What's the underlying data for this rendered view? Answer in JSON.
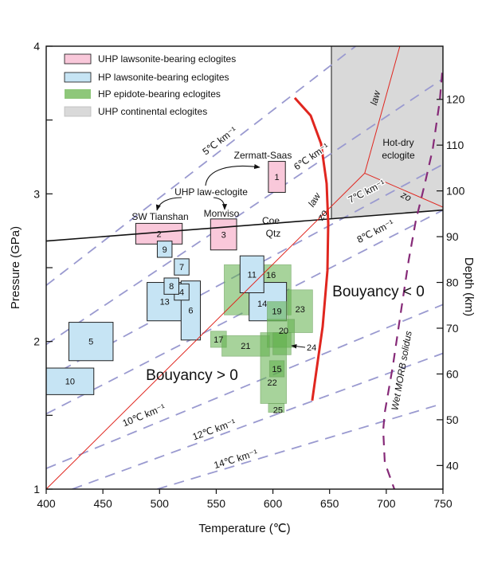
{
  "chart_data": {
    "type": "diagram-pt",
    "xlabel": "Temperature (℃)",
    "ylabel": "Pressure (GPa)",
    "y2label": "Depth (km)",
    "xlim": [
      400,
      750
    ],
    "ylim": [
      1,
      4
    ],
    "xticks": [
      400,
      450,
      500,
      550,
      600,
      650,
      700,
      750
    ],
    "yticks": [
      1,
      2,
      3,
      4
    ],
    "yminor": [
      1.5,
      2.5,
      3.5
    ],
    "y2ticks": [
      40,
      50,
      60,
      70,
      80,
      90,
      100,
      110,
      120
    ],
    "depth_calibration": {
      "depth_km": [
        100,
        120
      ],
      "pressure_gpa": [
        3.02,
        3.64
      ]
    },
    "legend": {
      "placement": "top-left",
      "items": [
        {
          "label": "UHP lawsonite-bearing eclogites",
          "color": "#f9c8da"
        },
        {
          "label": "HP lawsonite-bearing eclogites",
          "color": "#c6e4f4"
        },
        {
          "label": "HP epidote-bearing eclogites",
          "color": "#8ec77a"
        },
        {
          "label": "UHP continental eclogites",
          "color": "#d9d9d9"
        }
      ]
    },
    "boxes": [
      {
        "id": "1",
        "group": "uhp_law",
        "T": [
          596,
          611
        ],
        "P": [
          3.01,
          3.22
        ]
      },
      {
        "id": "2",
        "group": "uhp_law",
        "T": [
          479,
          520
        ],
        "P": [
          2.66,
          2.8
        ]
      },
      {
        "id": "3",
        "group": "uhp_law",
        "T": [
          545,
          568
        ],
        "P": [
          2.62,
          2.83
        ]
      },
      {
        "id": "5",
        "group": "hp_law",
        "T": [
          420,
          459
        ],
        "P": [
          1.87,
          2.13
        ]
      },
      {
        "id": "10",
        "group": "hp_law",
        "T": [
          400,
          442
        ],
        "P": [
          1.64,
          1.82
        ]
      },
      {
        "id": "13",
        "group": "hp_law",
        "T": [
          489,
          520
        ],
        "P": [
          2.14,
          2.4
        ]
      },
      {
        "id": "6",
        "group": "hp_law",
        "T": [
          519,
          536
        ],
        "P": [
          2.01,
          2.41
        ]
      },
      {
        "id": "9",
        "group": "hp_law",
        "T": [
          498,
          511
        ],
        "P": [
          2.57,
          2.68
        ]
      },
      {
        "id": "7",
        "group": "hp_law",
        "T": [
          513,
          526
        ],
        "P": [
          2.45,
          2.56
        ]
      },
      {
        "id": "4",
        "group": "hp_law",
        "T": [
          513,
          526
        ],
        "P": [
          2.28,
          2.39
        ]
      },
      {
        "id": "8",
        "group": "hp_law",
        "T": [
          504,
          517
        ],
        "P": [
          2.32,
          2.43
        ]
      },
      {
        "id": "16",
        "group": "hp_ep",
        "T": [
          557,
          616
        ],
        "P": [
          2.18,
          2.52
        ]
      },
      {
        "id": "14",
        "group": "hp_law",
        "T": [
          579,
          612
        ],
        "P": [
          2.14,
          2.4
        ]
      },
      {
        "id": "11",
        "group": "hp_law",
        "T": [
          571,
          592
        ],
        "P": [
          2.33,
          2.58
        ]
      },
      {
        "id": "23",
        "group": "hp_ep",
        "T": [
          613,
          635
        ],
        "P": [
          2.06,
          2.35
        ]
      },
      {
        "id": "19",
        "group": "hp_ep",
        "T": [
          595,
          612
        ],
        "P": [
          2.14,
          2.27
        ]
      },
      {
        "id": "22",
        "group": "hp_ep",
        "T": [
          589,
          612
        ],
        "P": [
          1.58,
          2.06
        ]
      },
      {
        "id": "20",
        "group": "hp_ep",
        "T": [
          595,
          619
        ],
        "P": [
          1.96,
          2.15
        ]
      },
      {
        "id": "17",
        "group": "hp_ep",
        "T": [
          545,
          559
        ],
        "P": [
          1.96,
          2.07
        ]
      },
      {
        "id": "21",
        "group": "hp_ep",
        "T": [
          555,
          597
        ],
        "P": [
          1.9,
          2.04
        ]
      },
      {
        "id": "24",
        "group": "hp_ep",
        "T": [
          600,
          616
        ],
        "P": [
          1.91,
          2.06
        ]
      },
      {
        "id": "15",
        "group": "hp_ep",
        "T": [
          597,
          610
        ],
        "P": [
          1.76,
          1.87
        ]
      },
      {
        "id": "25",
        "group": "hp_ep",
        "T": [
          596,
          610
        ],
        "P": [
          1.52,
          1.58
        ]
      }
    ],
    "uhp_continental_field": {
      "T": [
        651.6,
        750
      ],
      "P_top": 4
    },
    "coe_qtz": {
      "label_top": "Coe",
      "label_bottom": "Qtz",
      "points": [
        [
          400,
          2.68
        ],
        [
          750,
          2.89
        ]
      ]
    },
    "reaction_lines": [
      {
        "points": [
          [
            400,
            1.0
          ],
          [
            681,
            3.14
          ]
        ]
      },
      {
        "points": [
          [
            681,
            3.14
          ],
          [
            712,
            4.0
          ]
        ]
      },
      {
        "points": [
          [
            681,
            3.14
          ],
          [
            750,
            2.91
          ]
        ]
      }
    ],
    "reaction_labels": [
      "law",
      "zo",
      "law",
      "zo"
    ],
    "field_label": [
      "Hot-dry",
      "eclogite"
    ],
    "geotherms": [
      {
        "label": "5℃ km⁻¹",
        "points": [
          [
            400,
            2.38
          ],
          [
            673,
            4.0
          ]
        ]
      },
      {
        "label": "6℃ km⁻¹",
        "points": [
          [
            400,
            1.98
          ],
          [
            750,
            3.78
          ]
        ]
      },
      {
        "label": "7℃ km⁻¹",
        "points": [
          [
            400,
            1.75
          ],
          [
            750,
            3.2
          ]
        ]
      },
      {
        "label": "8℃ km⁻¹",
        "points": [
          [
            400,
            1.51
          ],
          [
            750,
            2.89
          ]
        ]
      },
      {
        "label": "10℃ km⁻¹",
        "points": [
          [
            400,
            1.14
          ],
          [
            750,
            2.25
          ]
        ]
      },
      {
        "label": "12℃ km⁻¹",
        "points": [
          [
            423,
            1.0
          ],
          [
            750,
            1.92
          ]
        ]
      },
      {
        "label": "14℃ km⁻¹",
        "points": [
          [
            498,
            1.0
          ],
          [
            750,
            1.58
          ]
        ]
      }
    ],
    "buoyancy_boundary": [
      [
        619.3,
        3.65
      ],
      [
        633.3,
        3.53
      ],
      [
        642.5,
        3.34
      ],
      [
        647.4,
        3.07
      ],
      [
        648.8,
        2.8
      ],
      [
        648.1,
        2.48
      ],
      [
        643.9,
        2.1
      ],
      [
        638.9,
        1.83
      ],
      [
        634.7,
        1.6
      ]
    ],
    "wet_morb_solidus": {
      "label": "Wet MORB solidus",
      "points": [
        [
          749.3,
          3.82
        ],
        [
          747.2,
          3.63
        ],
        [
          740.9,
          3.3
        ],
        [
          733.8,
          3.06
        ],
        [
          726.1,
          2.82
        ],
        [
          719.8,
          2.55
        ],
        [
          712.7,
          2.19
        ],
        [
          705.7,
          1.83
        ],
        [
          698.7,
          1.52
        ],
        [
          697.3,
          1.4
        ],
        [
          698.7,
          1.18
        ],
        [
          707.1,
          1.0
        ]
      ]
    },
    "annotations": {
      "uhp_law_eclogite": "UHP law-eclogite",
      "zermatt": "Zermatt-Saas",
      "tianshan": "SW Tianshan",
      "monviso": "Monviso",
      "buoyancy_pos": "Bouyancy > 0",
      "buoyancy_neg": "Bouyancy < 0"
    },
    "colors": {
      "uhp_law": "#f9c8da",
      "hp_law": "#c6e4f4",
      "hp_ep": "#5fae48",
      "uhp_cont": "#d9d9d9",
      "geotherm": "#9a9ad0",
      "reaction": "#e0261f",
      "solidus": "#862a78"
    }
  }
}
